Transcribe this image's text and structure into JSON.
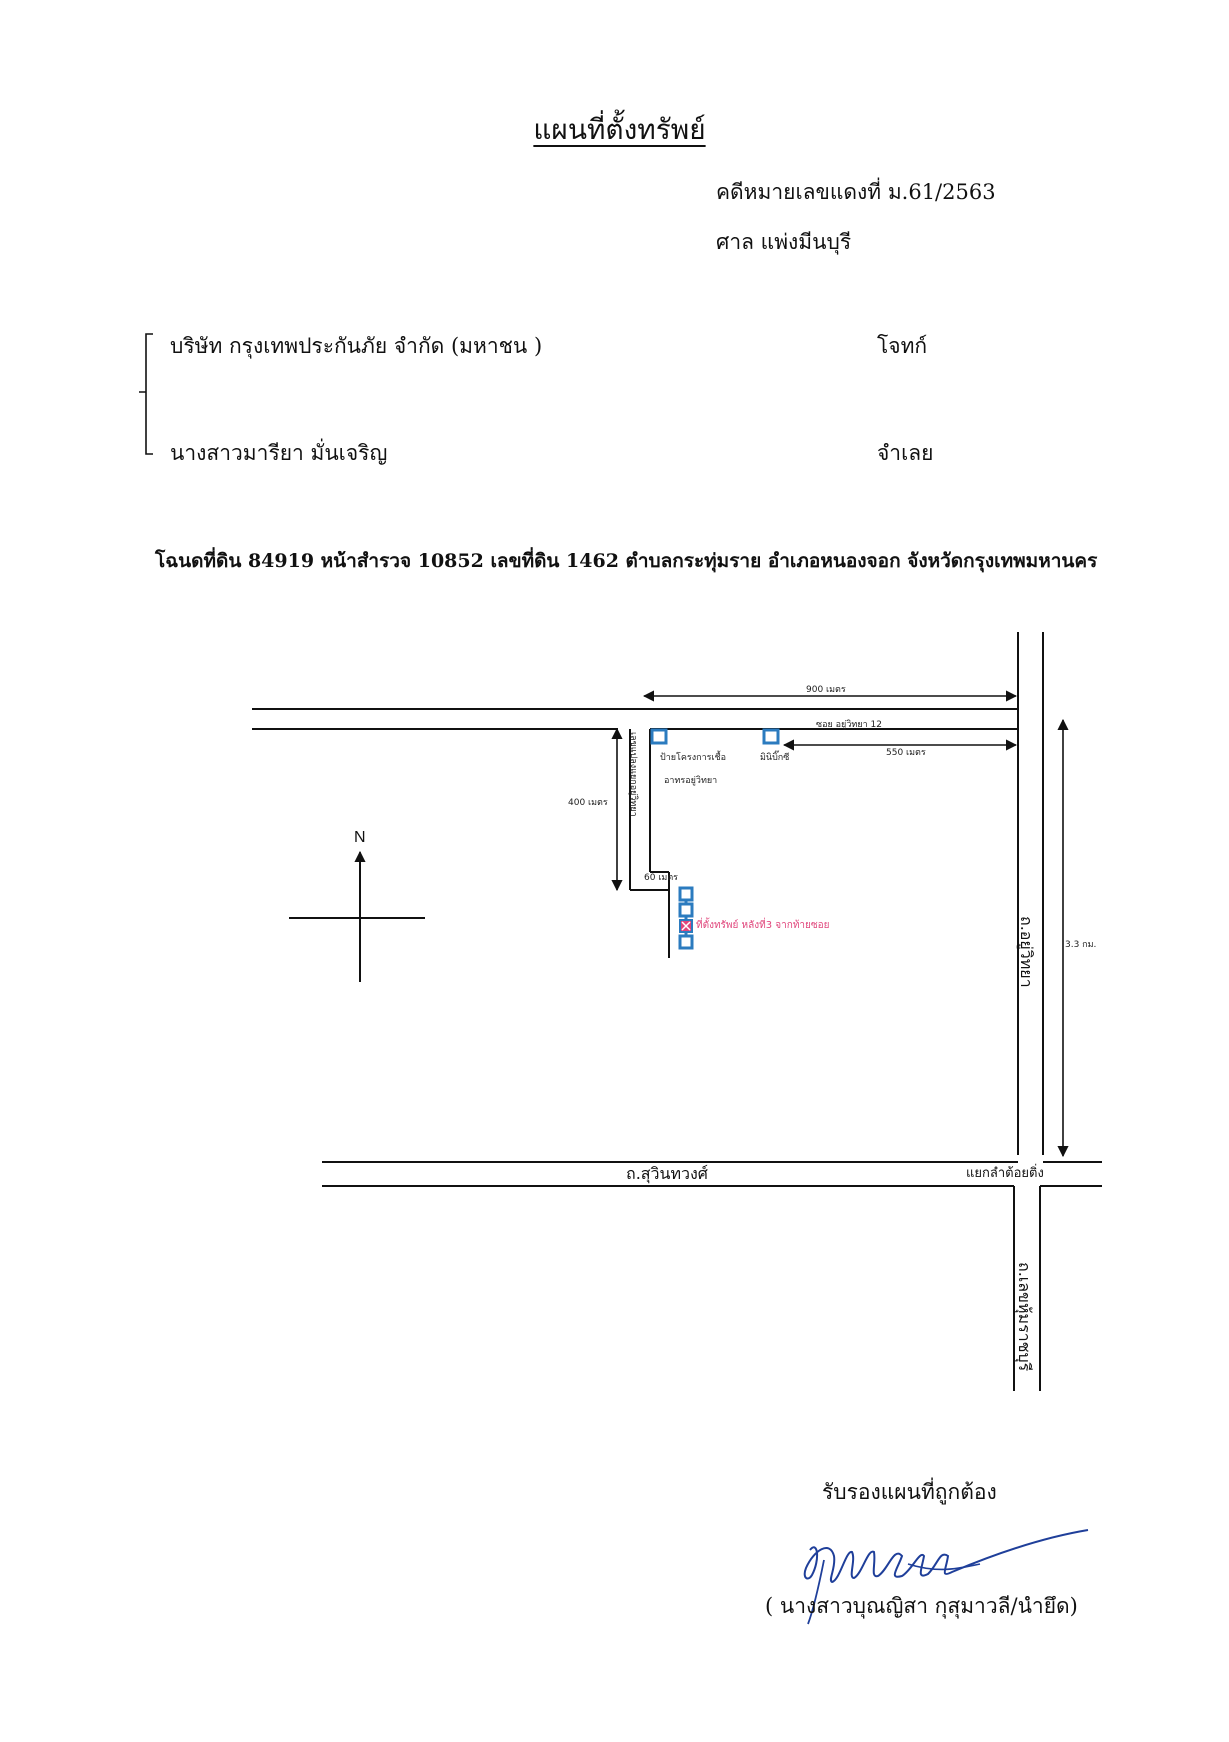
{
  "header": {
    "title": "แผนที่ตั้งทรัพย์",
    "case_number": "คดีหมายเลขแดงที่ ม.61/2563",
    "court": "ศาล แพ่งมีนบุรี"
  },
  "parties": {
    "plaintiff_name": "บริษัท กรุงเทพประกันภัย จำกัด (มหาชน )",
    "plaintiff_role": "โจทก์",
    "defendant_name": "นางสาวมารียา มั่นเจริญ",
    "defendant_role": "จำเลย"
  },
  "deed_line": "โฉนดที่ดิน 84919  หน้าสำรวจ 10852 เลขที่ดิน 1462 ตำบลกระทุ่มราย  อำเภอหนองจอก จังหวัดกรุงเทพมหานคร",
  "map": {
    "north_label": "N",
    "dist_900": "900 เมตร",
    "soi_label": "ซอย อยู่วิทยา 12",
    "dist_550": "550 เมตร",
    "dist_400": "400 เมตร",
    "dist_60": "60 เมตร",
    "dist_33km": "3.3 กม.",
    "sign_label_1": "ป้ายโครงการเชื้อ",
    "sign_label_2": "อาทรอยู่วิทยา",
    "mini_bigc": "มินิบิ๊กซี",
    "vertical_soi": "เลขแปลงแยกอยู่วิทยา",
    "property_label": "ที่ตั้งทรัพย์ หลังที่3 จากท้ายซอย",
    "road_yuwittaya": "ถ.อยู่วิทยา",
    "road_suwinthawong": "ถ.สุวินทวงศ์",
    "junction": "แยกลำต้อยติ่ง",
    "road_ratchaburi": "ถ.เลขหุ้มราชบุรี",
    "marker_color": "#2b7bbf",
    "property_color": "#e0457b"
  },
  "certification": {
    "text": "รับรองแผนที่ถูกต้อง",
    "signer": "( นางสาวบุณญิสา กุสุมาวลี/นำยึด)"
  }
}
